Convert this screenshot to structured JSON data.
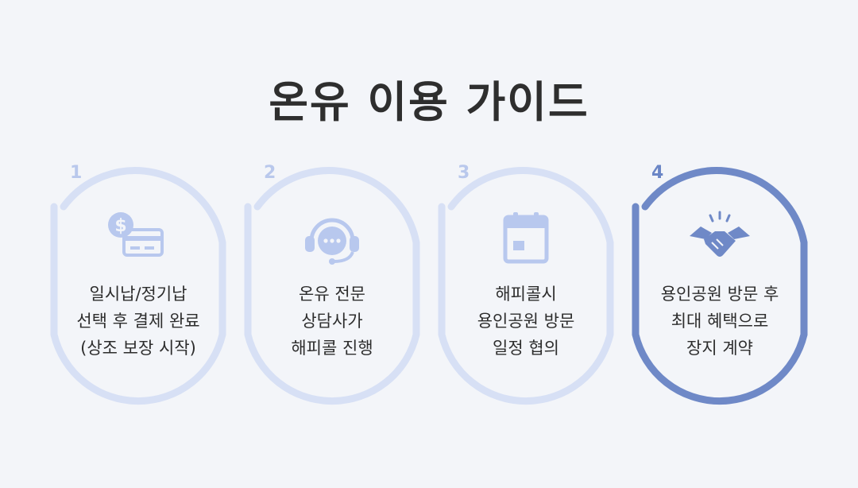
{
  "title": "온유 이용 가이드",
  "colors": {
    "background": "#f3f5f9",
    "ring_light": "#d7e0f5",
    "ring_active": "#6f89c7",
    "icon_fill": "#b8c8ee",
    "icon_active": "#6f89c7"
  },
  "steps": [
    {
      "number": "1",
      "icon": "payment-card-icon",
      "lines": [
        "일시납/정기납",
        "선택 후 결제 완료",
        "(상조 보장 시작)"
      ]
    },
    {
      "number": "2",
      "icon": "chat-headset-icon",
      "lines": [
        "온유 전문",
        "상담사가",
        "해피콜 진행"
      ]
    },
    {
      "number": "3",
      "icon": "calendar-icon",
      "lines": [
        "해피콜시",
        "용인공원 방문",
        "일정 협의"
      ]
    },
    {
      "number": "4",
      "icon": "handshake-icon",
      "lines": [
        "용인공원 방문 후",
        "최대 혜택으로",
        "장지 계약"
      ]
    }
  ]
}
